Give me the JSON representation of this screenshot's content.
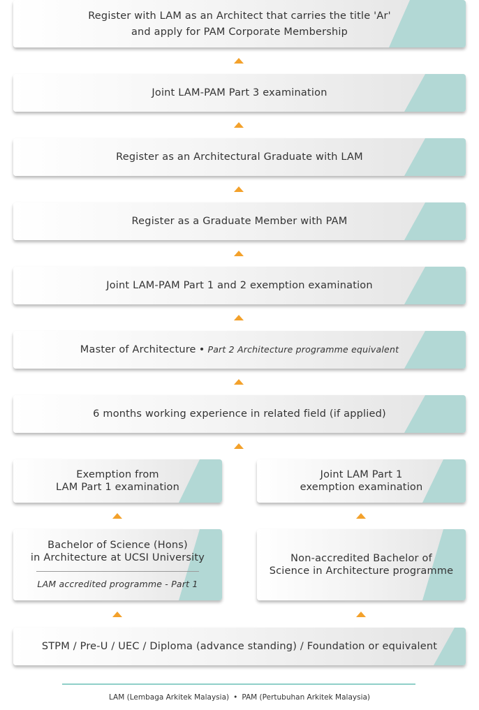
{
  "steps": {
    "register_ar": {
      "line1": "Register with LAM as an Architect that carries the title 'Ar'",
      "line2": "and apply for PAM Corporate Membership"
    },
    "part3": {
      "text": "Joint LAM-PAM Part 3 examination"
    },
    "graduate_lam": {
      "text": "Register as an Architectural Graduate with LAM"
    },
    "graduate_pam": {
      "text": "Register as a Graduate Member with PAM"
    },
    "part12": {
      "text": "Joint LAM-PAM Part 1 and 2 exemption examination"
    },
    "master": {
      "text": "Master of Architecture",
      "separator": "•",
      "note": "Part 2 Architecture programme equivalent"
    },
    "experience": {
      "text": "6 months working experience in related field (if applied)"
    },
    "exemption_left": {
      "line1": "Exemption from",
      "line2": "LAM Part 1 examination"
    },
    "exemption_right": {
      "line1": "Joint LAM Part 1",
      "line2": "exemption examination"
    },
    "ucsi": {
      "line1": "Bachelor of Science (Hons)",
      "line2": "in Architecture at UCSI University",
      "note": "LAM accredited programme - Part 1"
    },
    "non_accredited": {
      "line1": "Non-accredited Bachelor of",
      "line2": "Science in Architecture programme"
    },
    "entry": {
      "text": "STPM / Pre-U / UEC / Diploma (advance standing) / Foundation or equivalent"
    }
  },
  "footer": {
    "lam": "LAM (Lembaga Arkitek Malaysia)",
    "separator": "•",
    "pam": "PAM (Pertubuhan Arkitek Malaysia)"
  },
  "colors": {
    "accent": "#b2d8d5",
    "arrow": "#f3a12b",
    "footer_rule": "#8fcfc8"
  }
}
